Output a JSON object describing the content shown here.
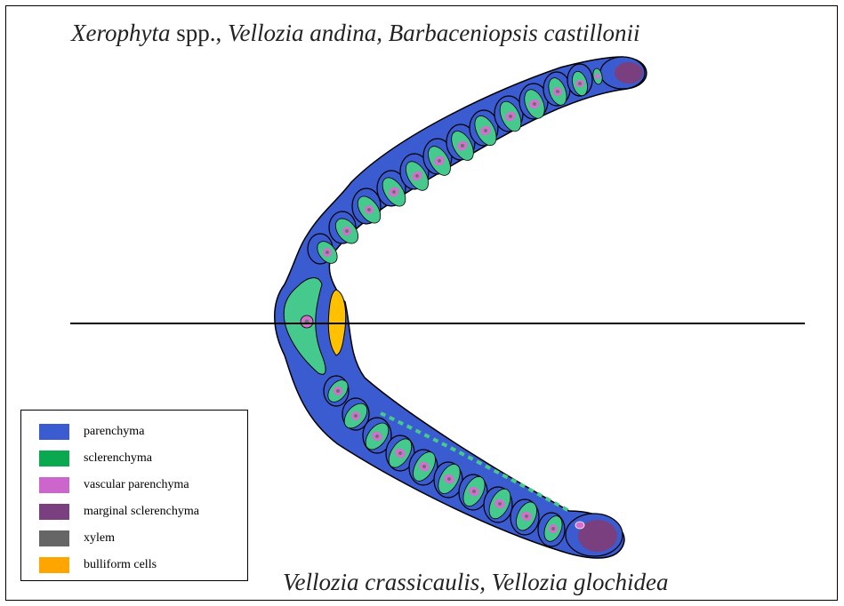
{
  "titles": {
    "top_italic_1": "Xerophyta",
    "top_plain": " spp.,",
    "top_italic_2": " Vellozia andina, Barbaceniopsis castillonii",
    "bottom": "Vellozia crassicaulis, Vellozia glochidea"
  },
  "legend": {
    "items": [
      {
        "label": "parenchyma",
        "color": "#3b5bd1"
      },
      {
        "label": "sclerenchyma",
        "color": "#0aa84f"
      },
      {
        "label": "vascular parenchyma",
        "color": "#cc66cc"
      },
      {
        "label": "marginal sclerenchyma",
        "color": "#7a3f7f"
      },
      {
        "label": "xylem",
        "color": "#666666"
      },
      {
        "label": "bulliform cells",
        "color": "#ffa500"
      }
    ]
  },
  "colors": {
    "parenchyma": "#3b5bd1",
    "sclerenchyma_fill": "#45c98c",
    "vascular": "#d46fd0",
    "xylem": "#6e6e6e",
    "marginal": "#7a3f7f",
    "bulliform": "#ffc000",
    "outline": "#000000"
  }
}
